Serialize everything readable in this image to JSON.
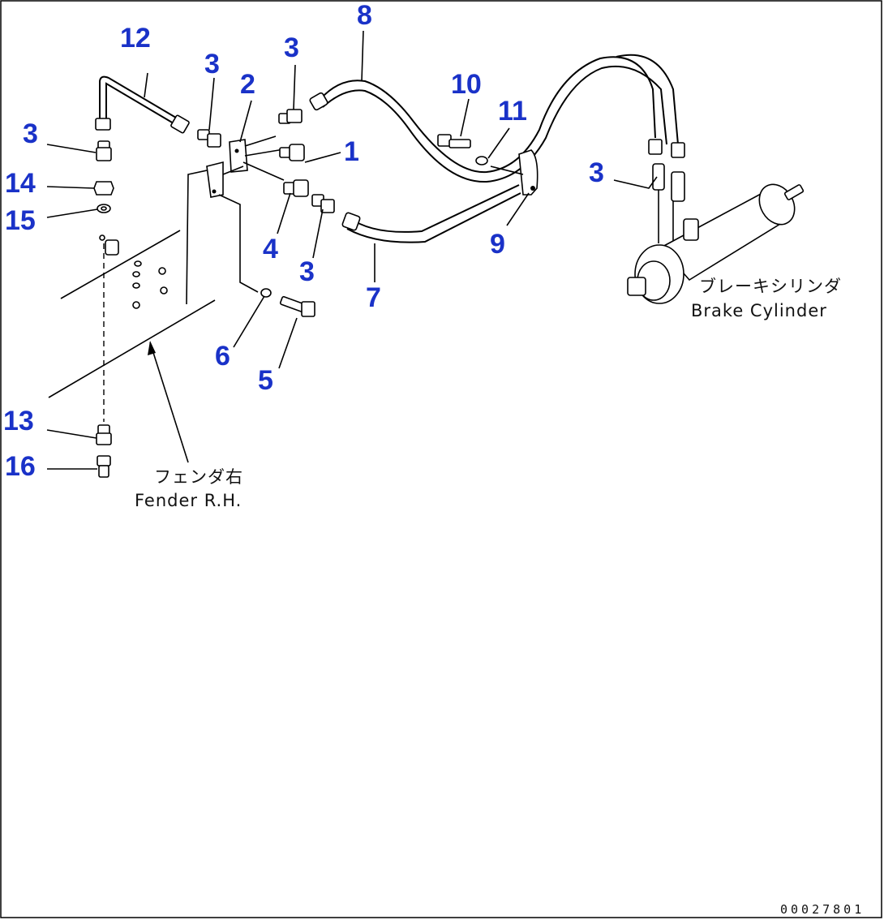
{
  "labels": {
    "1": "1",
    "2": "2",
    "3": "3",
    "4": "4",
    "5": "5",
    "6": "6",
    "7": "7",
    "8": "8",
    "9": "9",
    "10": "10",
    "11": "11",
    "12": "12",
    "13": "13",
    "14": "14",
    "15": "15",
    "16": "16"
  },
  "annotations": {
    "brake_cylinder_jp": "ブレーキシリンダ",
    "brake_cylinder_en": "Brake Cylinder",
    "fender_jp": "フェンダ右",
    "fender_en": "Fender R.H."
  },
  "figure_code": "00027801",
  "colors": {
    "callout": "#1a32c8",
    "line": "#000000",
    "background": "#ffffff"
  }
}
